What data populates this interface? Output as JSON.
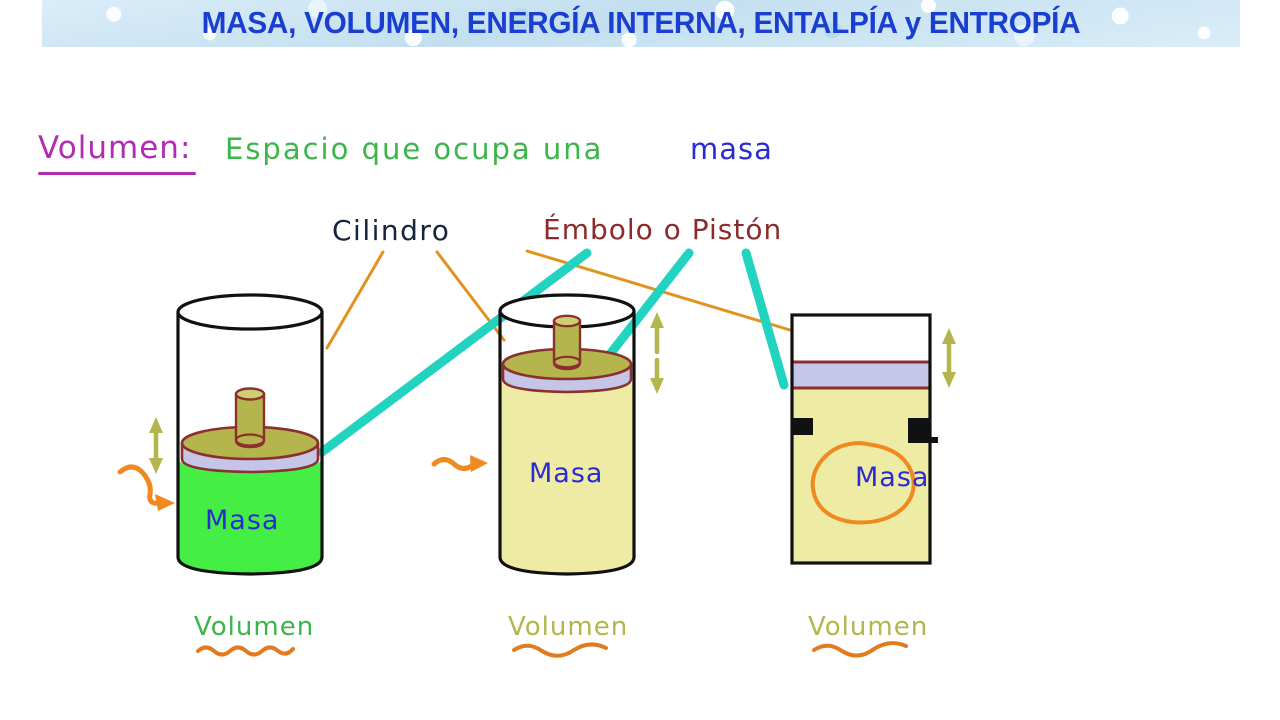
{
  "slide": {
    "title": "MASA, VOLUMEN, ENERGÍA INTERNA, ENTALPÍA y ENTROPÍA",
    "title_color": "#1a3fd0",
    "banner_color": "#cfe6f2",
    "background_color": "#ffffff"
  },
  "definition": {
    "term": "Volumen:",
    "term_color": "#b32bb3",
    "body": "Espacio que ocupa una",
    "body_color": "#3cb54a",
    "highlight": "masa",
    "highlight_color": "#2b2bd6"
  },
  "callouts": {
    "cilindro": {
      "label": "Cilindro",
      "color": "#16243c",
      "leader_color": "#e0941f"
    },
    "embolo": {
      "label": "Émbolo o Pistón",
      "color": "#8b2b2b",
      "leader_color": "#22d3c0"
    }
  },
  "vessels": [
    {
      "id": "cylinder-large-volume",
      "shape": "cylinder",
      "gas_label": "Masa",
      "gas_color": "#44ee44",
      "piston_band_color": "#c5c5e8",
      "piston_top_color": "#b5b54d",
      "piston_outline_color": "#8b2f2f",
      "caption": "Volumen",
      "caption_color": "#3cb54a",
      "caption_underline_color": "#e07b1f",
      "heat_arrow": "present",
      "heat_arrow_color": "#f08a20",
      "motion_arrow": "double",
      "motion_arrow_color": "#b5b54d"
    },
    {
      "id": "cylinder-expanded",
      "shape": "cylinder",
      "gas_label": "Masa",
      "gas_color": "#eeeba5",
      "piston_band_color": "#c5c5e8",
      "piston_top_color": "#b5b54d",
      "piston_outline_color": "#8b2f2f",
      "caption": "Volumen",
      "caption_color": "#b5b54d",
      "caption_underline_color": "#e07b1f",
      "heat_arrow": "present",
      "heat_arrow_color": "#f08a20",
      "motion_arrow": "split",
      "motion_arrow_color": "#b5b54d"
    },
    {
      "id": "vessel-rectangular",
      "shape": "rectangle",
      "gas_label": "Masa",
      "gas_color": "#eeeba5",
      "piston_band_color": "#c5c5e8",
      "piston_outline_color": "#8b2f2f",
      "caption": "Volumen",
      "caption_color": "#b5b54d",
      "caption_underline_color": "#e07b1f",
      "stops": "present",
      "stops_color": "#111111",
      "circle_highlight_color": "#f08a20",
      "motion_arrow": "double",
      "motion_arrow_color": "#b5b54d"
    }
  ]
}
